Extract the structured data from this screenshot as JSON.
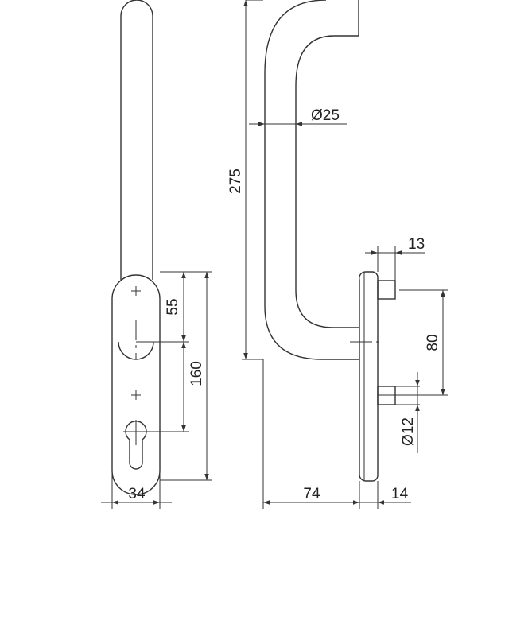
{
  "dimensions": {
    "length_total": "275",
    "diameter_grip": "Ø25",
    "plate_width": "34",
    "distance_55": "55",
    "distance_160": "160",
    "offset_13": "13",
    "spacing_80": "80",
    "diameter_pin": "Ø12",
    "projection_74": "74",
    "plate_thickness": "14"
  },
  "colors": {
    "line": "#333333",
    "text": "#222222",
    "background": "#ffffff"
  }
}
